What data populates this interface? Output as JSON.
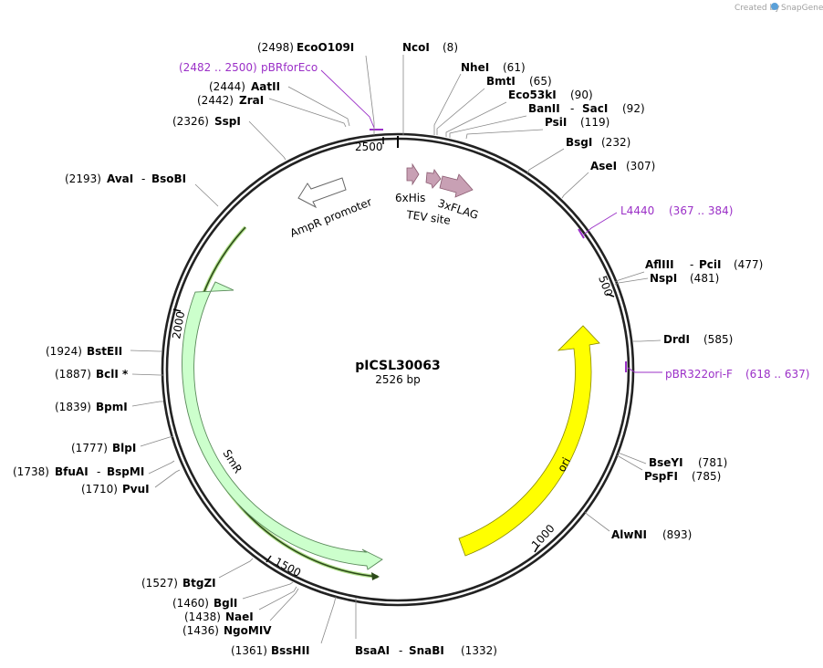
{
  "watermark": {
    "prefix": "Created by",
    "brand": "SnapGene"
  },
  "plasmid": {
    "name": "pICSL30063",
    "length": "2526 bp"
  },
  "ticks": [
    "2500",
    "500",
    "1000",
    "1500",
    "2000"
  ],
  "sites": [
    {
      "name": "EcoO109I",
      "pos": "(2498)"
    },
    {
      "name": "NcoI",
      "pos": "(8)"
    },
    {
      "name": "NheI",
      "pos": "(61)"
    },
    {
      "name": "BmtI",
      "pos": "(65)"
    },
    {
      "name": "Eco53kI",
      "pos": "(90)"
    },
    {
      "name": "BanII",
      "name2": "SacI",
      "pos": "(92)"
    },
    {
      "name": "PsiI",
      "pos": "(119)"
    },
    {
      "name": "BsgI",
      "pos": "(232)"
    },
    {
      "name": "AseI",
      "pos": "(307)"
    },
    {
      "name": "AflIII",
      "name2": "PciI",
      "pos": "(477)"
    },
    {
      "name": "NspI",
      "pos": "(481)"
    },
    {
      "name": "DrdI",
      "pos": "(585)"
    },
    {
      "name": "BseYI",
      "pos": "(781)"
    },
    {
      "name": "PspFI",
      "pos": "(785)"
    },
    {
      "name": "AlwNI",
      "pos": "(893)"
    },
    {
      "name": "BsaAI",
      "name2": "SnaBI",
      "pos": "(1332)"
    },
    {
      "name": "BssHII",
      "pos": "(1361)"
    },
    {
      "name": "NgoMIV",
      "pos": "(1436)"
    },
    {
      "name": "NaeI",
      "pos": "(1438)"
    },
    {
      "name": "BglI",
      "pos": "(1460)"
    },
    {
      "name": "BtgZI",
      "pos": "(1527)"
    },
    {
      "name": "PvuI",
      "pos": "(1710)"
    },
    {
      "name": "BfuAI",
      "name2": "BspMI",
      "pos": "(1738)"
    },
    {
      "name": "BlpI",
      "pos": "(1777)"
    },
    {
      "name": "BpmI",
      "pos": "(1839)"
    },
    {
      "name": "BclI *",
      "pos": "(1887)"
    },
    {
      "name": "BstEII",
      "pos": "(1924)"
    },
    {
      "name": "AvaI",
      "name2": "BsoBI",
      "pos": "(2193)"
    },
    {
      "name": "SspI",
      "pos": "(2326)"
    },
    {
      "name": "ZraI",
      "pos": "(2442)"
    },
    {
      "name": "AatII",
      "pos": "(2444)"
    }
  ],
  "primers": [
    {
      "name": "pBRforEco",
      "range": "(2482 .. 2500)"
    },
    {
      "name": "L4440",
      "range": "(367 .. 384)"
    },
    {
      "name": "pBR322ori-F",
      "range": "(618 .. 637)"
    }
  ],
  "features": [
    {
      "name": "6xHis"
    },
    {
      "name": "TEV site"
    },
    {
      "name": "3xFLAG"
    },
    {
      "name": "AmpR promoter"
    },
    {
      "name": "ori",
      "color": "#ffff00"
    },
    {
      "name": "SmR",
      "color": "#ccffcc"
    }
  ],
  "colors": {
    "primer": "#9b30c7",
    "small_feature": "#c8a0b4",
    "ori": "#ffff00",
    "smr": "#ccffcc",
    "smr_outline": "#77cc33"
  }
}
